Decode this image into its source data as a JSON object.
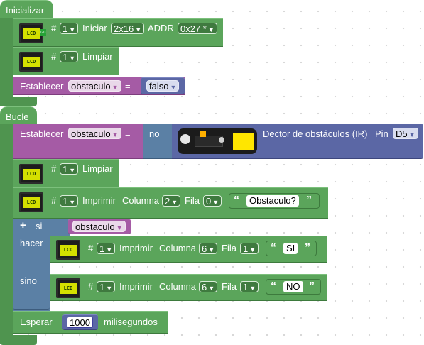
{
  "setup": {
    "header": "Inicializar",
    "lcd_init": {
      "hash": "#",
      "index": "1",
      "label": "Iniciar",
      "size": "2x16",
      "addr_label": "ADDR",
      "addr": "0x27 *"
    },
    "lcd_clear": {
      "hash": "#",
      "index": "1",
      "label": "Limpiar"
    },
    "set_var": {
      "label": "Establecer",
      "var": "obstaculo",
      "eq": "=",
      "value": "falso"
    }
  },
  "loop": {
    "header": "Bucle",
    "set_var": {
      "label": "Establecer",
      "var": "obstaculo",
      "eq": "=",
      "not": "no",
      "sensor_label": "Dector de obstáculos (IR)",
      "pin_label": "Pin",
      "pin": "D5"
    },
    "lcd_clear": {
      "hash": "#",
      "index": "1",
      "label": "Limpiar"
    },
    "lcd_print": {
      "hash": "#",
      "index": "1",
      "label": "Imprimir",
      "col_label": "Columna",
      "col": "2",
      "row_label": "Fila",
      "row": "0",
      "text": "Obstaculo?"
    },
    "if_block": {
      "plus": "+",
      "si": "si",
      "cond": "obstaculo",
      "hacer": "hacer",
      "sino": "sino",
      "then_print": {
        "hash": "#",
        "index": "1",
        "label": "Imprimir",
        "col_label": "Columna",
        "col": "6",
        "row_label": "Fila",
        "row": "1",
        "text": "SI"
      },
      "else_print": {
        "hash": "#",
        "index": "1",
        "label": "Imprimir",
        "col_label": "Columna",
        "col": "6",
        "row_label": "Fila",
        "row": "1",
        "text": "NO"
      }
    },
    "wait": {
      "label": "Esperar",
      "value": "1000",
      "unit": "milisegundos"
    }
  },
  "icons": {
    "lcd": "lcd-display-icon",
    "sensor": "ir-sensor-icon",
    "dropdown": "triangle-down-icon"
  },
  "colors": {
    "lcd_block": "#5ba55b",
    "variable_block": "#a55ba5",
    "logic_block": "#5b67a5",
    "control_block": "#5b80a5"
  }
}
